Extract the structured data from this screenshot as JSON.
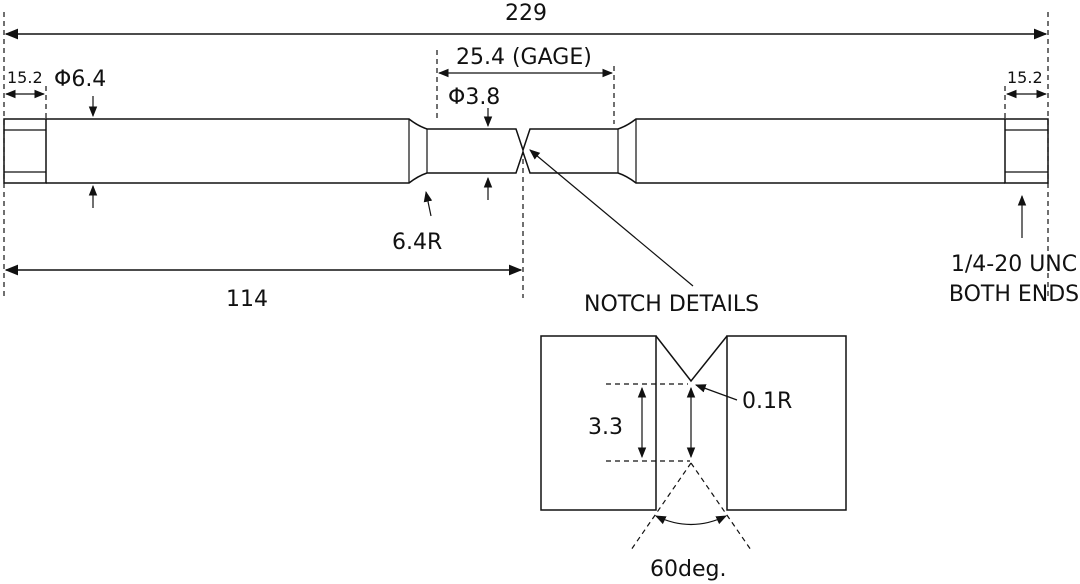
{
  "labels": {
    "overall_length": "229",
    "thread_length_left": "15.2",
    "shank_diameter": "Φ6.4",
    "gage_length": "25.4 (GAGE)",
    "gage_diameter": "Φ3.8",
    "thread_length_right": "15.2",
    "fillet_radius": "6.4R",
    "half_length": "114",
    "notch_details": "NOTCH DETAILS",
    "thread_spec_line1": "1/4-20 UNC",
    "thread_spec_line2": "BOTH ENDS",
    "notch_radius": "0.1R",
    "notch_depth": "3.3",
    "notch_angle": "60deg."
  }
}
